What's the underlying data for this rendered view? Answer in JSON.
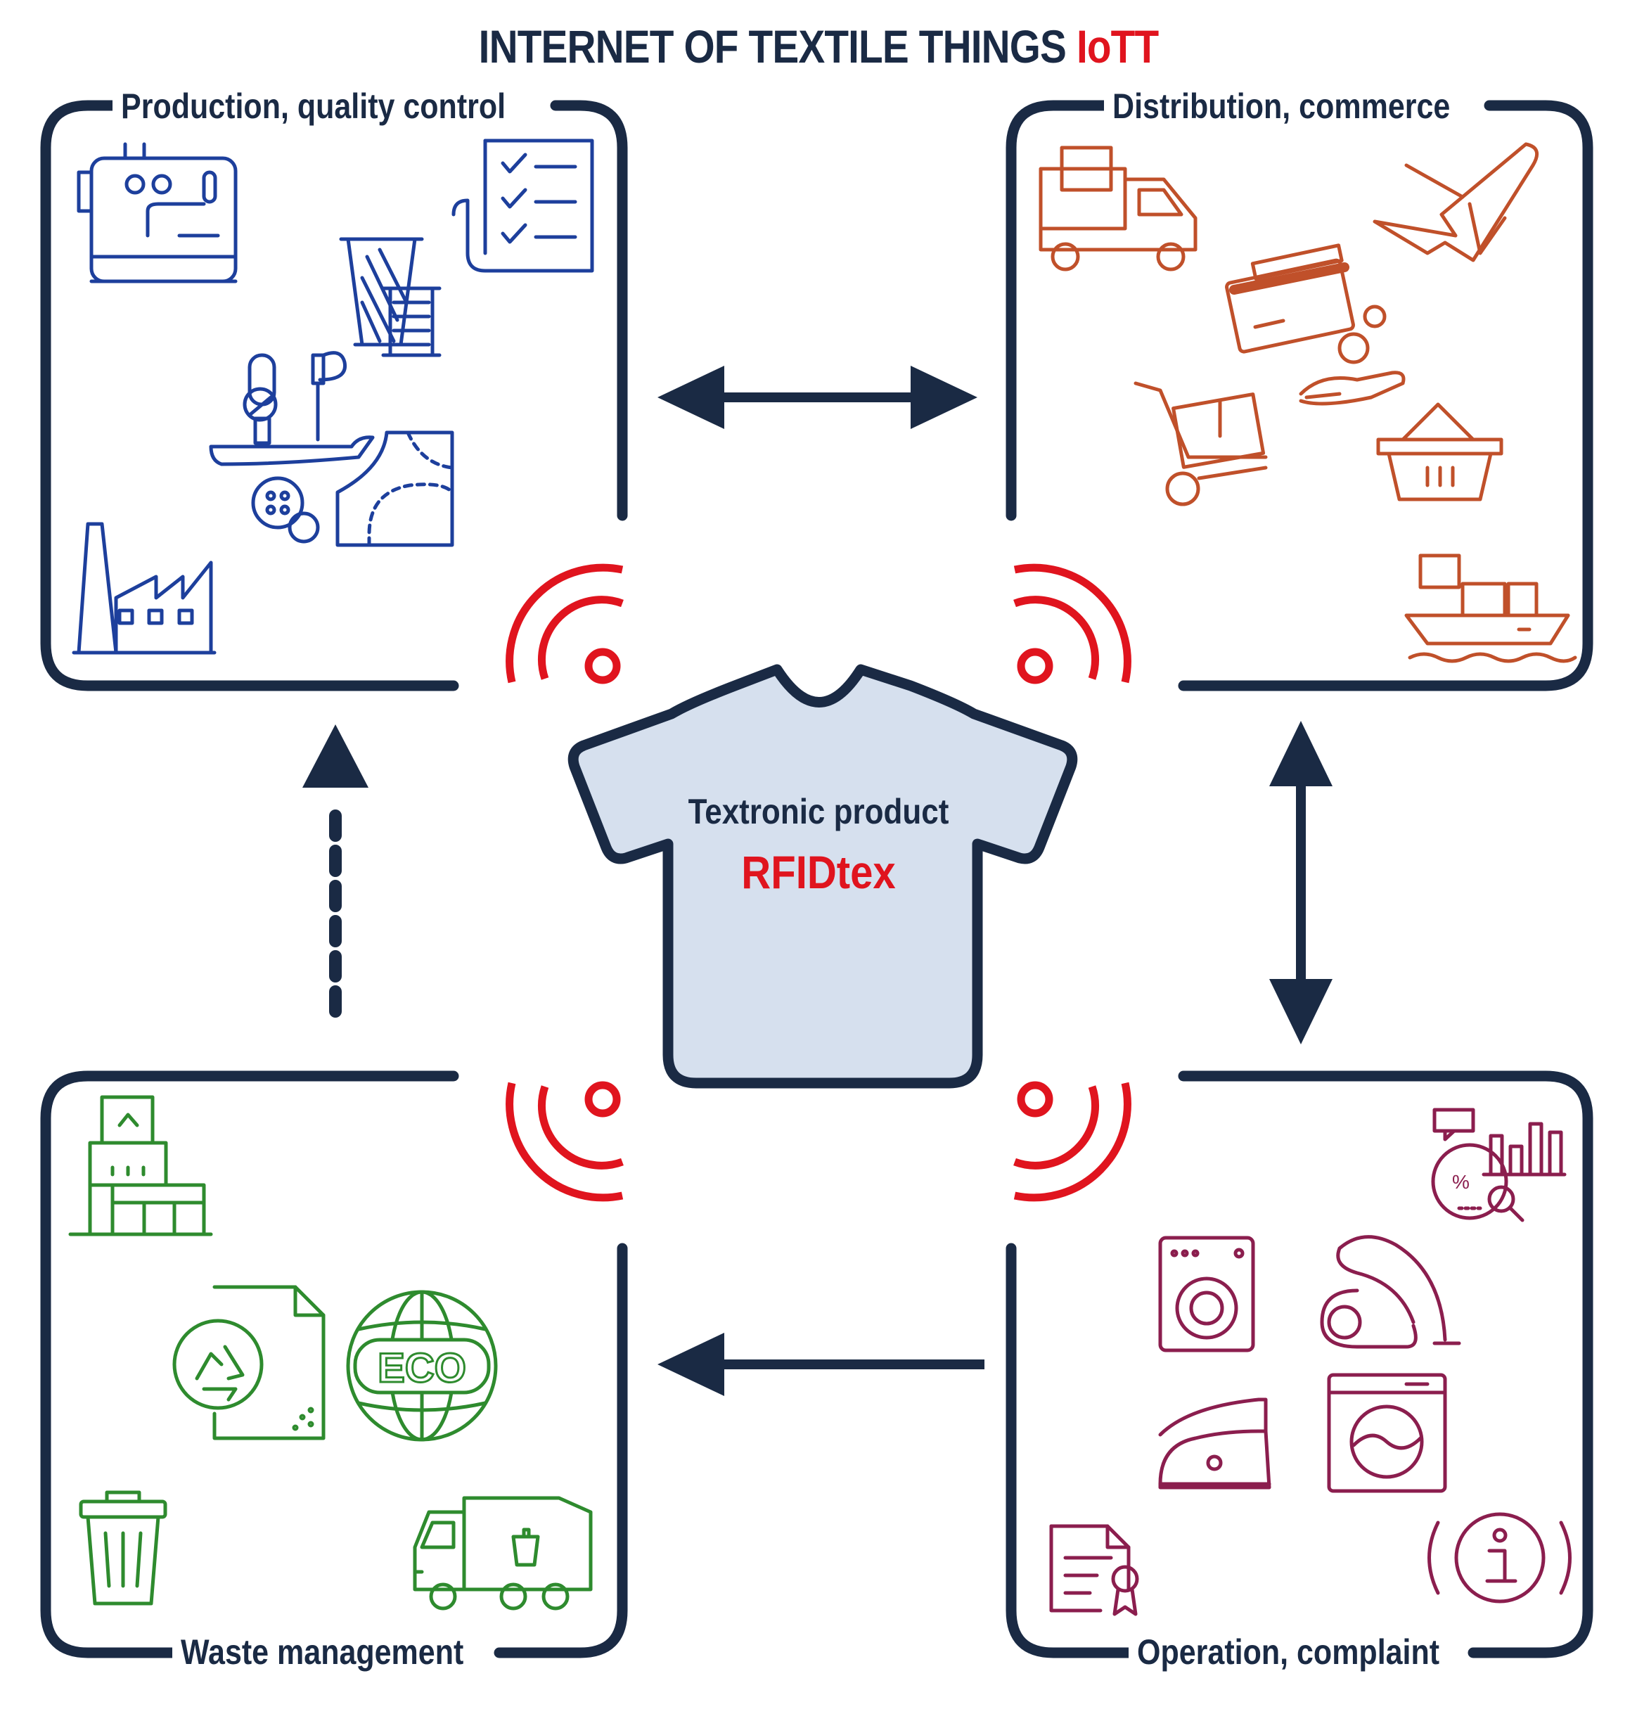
{
  "title": {
    "main": "INTERNET OF TEXTILE THINGS",
    "accent": "IoTT"
  },
  "quadrants": {
    "production": {
      "label": "Production, quality control"
    },
    "distribution": {
      "label": "Distribution, commerce"
    },
    "waste": {
      "label": "Waste management",
      "eco_text": "ECO"
    },
    "operation": {
      "label": "Operation, complaint"
    }
  },
  "center": {
    "subtitle": "Textronic product",
    "brand": "RFIDtex"
  },
  "colors": {
    "frame": "#1a2a44",
    "rfid": "#e0141e",
    "production": "#1d3f9c",
    "distribution": "#c0502a",
    "waste": "#2e8b2e",
    "operation": "#8b1e4e",
    "shirt_fill": "#d6e0ee"
  }
}
